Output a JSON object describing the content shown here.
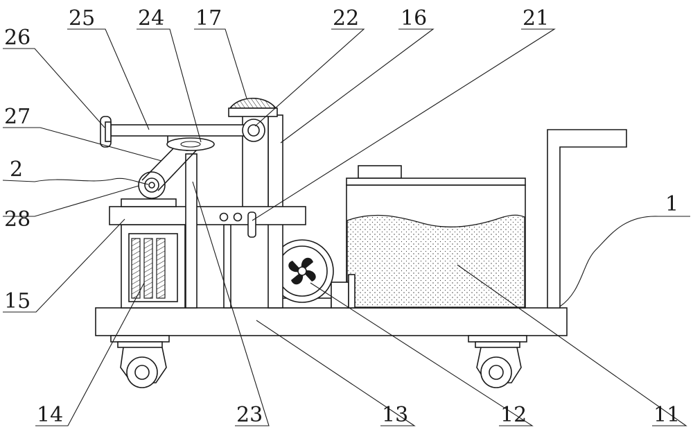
{
  "labels": {
    "l26": "26",
    "l25": "25",
    "l24": "24",
    "l17": "17",
    "l22": "22",
    "l16": "16",
    "l21": "21",
    "l27": "27",
    "l2": "2",
    "l28": "28",
    "l1": "1",
    "l15": "15",
    "l14": "14",
    "l23": "23",
    "l13": "13",
    "l12": "12",
    "l11": "11"
  }
}
